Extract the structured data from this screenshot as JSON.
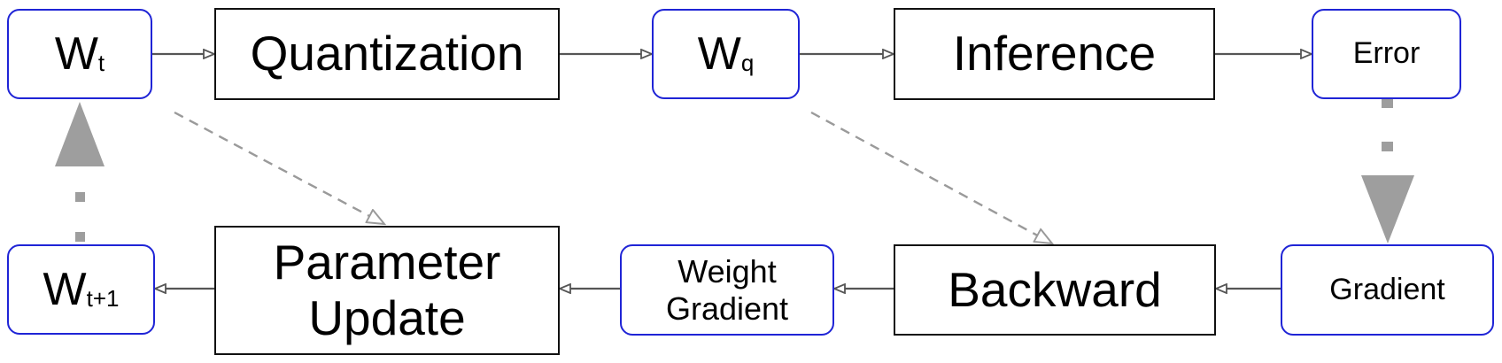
{
  "colors": {
    "rounded_border": "#1f24d6",
    "square_border": "#111111",
    "solid_arrow": "#555555",
    "dashed_arrow": "#9a9a9a",
    "thick_arrow": "#9e9e9e"
  },
  "nodes": {
    "wt": {
      "base": "W",
      "sub": "t"
    },
    "quantization": {
      "label": "Quantization"
    },
    "wq": {
      "base": "W",
      "sub": "q"
    },
    "inference": {
      "label": "Inference"
    },
    "error": {
      "label": "Error"
    },
    "wt1": {
      "base": "W",
      "sub": "t+1"
    },
    "parameter_update": {
      "line1": "Parameter",
      "line2": "Update"
    },
    "weight_gradient": {
      "line1": "Weight",
      "line2": "Gradient"
    },
    "backward": {
      "label": "Backward"
    },
    "gradient": {
      "label": "Gradient"
    }
  }
}
